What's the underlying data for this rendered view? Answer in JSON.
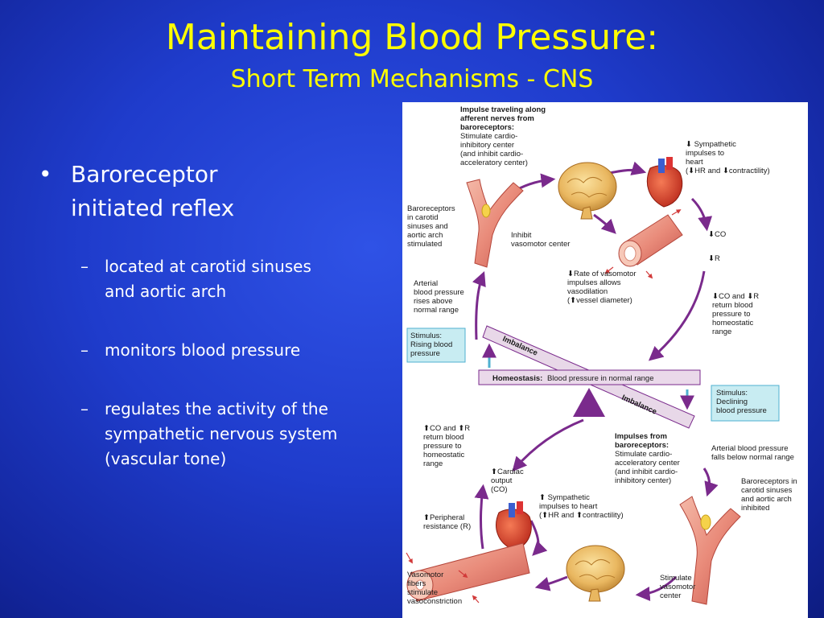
{
  "slide": {
    "title": "Maintaining Blood Pressure:",
    "subtitle": "Short Term Mechanisms - CNS",
    "bullet_marker": "•",
    "bullet": "Baroreceptor initiated reflex",
    "sub_marker": "–",
    "sub_bullets": [
      "located at carotid sinuses and aortic arch",
      "monitors blood pressure",
      "regulates the activity of the sympathetic nervous system (vascular tone)"
    ]
  },
  "diagram": {
    "upper": {
      "impulse_afferent_bold": [
        "Impulse traveling along",
        "afferent nerves from",
        "baroreceptors:"
      ],
      "impulse_afferent": [
        "Stimulate cardio-",
        "inhibitory center",
        "(and inhibit cardio-",
        "acceleratory center)"
      ],
      "sympathetic_heart": [
        "⬇ Sympathetic",
        "impulses to",
        "heart",
        "(⬇HR and ⬇contractility)"
      ],
      "baroreceptors_stimulated": [
        "Baroreceptors",
        "in carotid",
        "sinuses and",
        "aortic arch",
        "stimulated"
      ],
      "inhibit_vasomotor": [
        "Inhibit",
        "vasomotor center"
      ],
      "co": "⬇CO",
      "r": "⬇R",
      "rate_vasomotor": [
        "⬇Rate of vasomotor",
        "impulses allows",
        "vasodilation",
        "(⬆vessel diameter)"
      ],
      "arterial_rises": [
        "Arterial",
        "blood pressure",
        "rises above",
        "normal range"
      ],
      "co_r_return": [
        "⬇CO and ⬇R",
        "return blood",
        "pressure to",
        "homeostatic",
        "range"
      ]
    },
    "center": {
      "stimulus_rising": [
        "Stimulus:",
        "Rising blood",
        "pressure"
      ],
      "imbalance_top": "Imbalance",
      "homeostasis_bold": "Homeostasis:",
      "homeostasis_text": "Blood pressure in normal range",
      "imbalance_bottom": "Imbalance",
      "stimulus_declining": [
        "Stimulus:",
        "Declining",
        "blood pressure"
      ]
    },
    "lower": {
      "co_r_return": [
        "⬆CO and ⬆R",
        "return blood",
        "pressure to",
        "homeostatic",
        "range"
      ],
      "impulses_from_bold": [
        "Impulses from",
        "baroreceptors:"
      ],
      "impulses_from": [
        "Stimulate cardio-",
        "acceleratory center",
        "(and inhibit cardio-",
        "inhibitory center)"
      ],
      "arterial_falls": [
        "Arterial blood pressure",
        "falls below normal range"
      ],
      "cardiac_output": [
        "⬆Cardiac",
        "output",
        "(CO)"
      ],
      "baroreceptors_inhibited": [
        "Baroreceptors in",
        "carotid sinuses",
        "and aortic arch",
        "inhibited"
      ],
      "sympathetic_heart": [
        "⬆ Sympathetic",
        "impulses to heart",
        "(⬆HR and ⬆contractility)"
      ],
      "peripheral_resistance": [
        "⬆Peripheral",
        "resistance (R)"
      ],
      "vasomotor_fibers": [
        "Vasomotor",
        "fibers",
        "stimulate",
        "vasoconstriction"
      ],
      "stimulate_vasomotor": [
        "Stimulate",
        "vasomotor",
        "center"
      ]
    }
  },
  "colors": {
    "title": "#ffff00",
    "text": "#ffffff",
    "arrow": "#7a2a8c",
    "stimulus_box": "#c8ecf2",
    "stimulus_arrow": "#4fb0d0"
  }
}
